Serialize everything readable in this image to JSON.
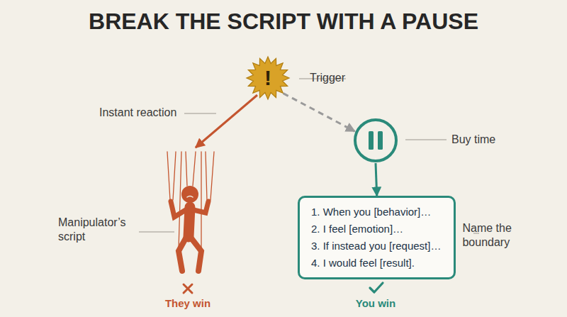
{
  "diagram": {
    "title": "BREAK THE SCRIPT WITH A PAUSE",
    "nodes": [
      {
        "text": [
          "!",
          "Trigger"
        ]
      },
      {
        "text": [
          "Manipulator’s script"
        ]
      },
      {
        "text": [
          "Buy time"
        ]
      },
      {
        "text": [
          "1. When you [behavior]…",
          "2. I feel [emotion]…",
          "3. If instead you [request]…",
          "4. I would feel [result].",
          "Name the boundary"
        ]
      }
    ],
    "edges": [
      {
        "from": 0,
        "to": 1,
        "arrow": "to",
        "label": "Instant reaction"
      },
      {
        "from": 0,
        "to": 2,
        "arrow": "to"
      },
      {
        "from": 2,
        "to": 3,
        "arrow": "to"
      }
    ],
    "labels": [
      "They win",
      "You win"
    ]
  }
}
